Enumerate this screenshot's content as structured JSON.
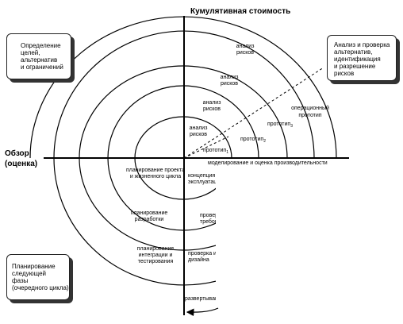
{
  "axis": {
    "cumulative_cost": "Кумулятивная стоимость",
    "review_line1": "Обзор",
    "review_line2": "(оценка)"
  },
  "quadrants": {
    "top_left": "Определение\nцелей,\nальтернатив\nи ограничений",
    "top_right": "Анализ и проверка\nальтернатив,\nидентификация\nи разрешение\nрисков",
    "bottom_left": "Планирование\nследующей\nфазы\n(очередного цикла)"
  },
  "risk_analysis": [
    "анализ\nрисков",
    "анализ\nрисков",
    "анализ\nрисков",
    "анализ\nрисков"
  ],
  "prototypes": {
    "p1_base": "прототип",
    "p1_sub": "1",
    "p2_base": "прототип",
    "p2_sub": "2",
    "p3_base": "прототип",
    "p3_sub": "3",
    "operational_l1": "операционный",
    "operational_l2": "прототип"
  },
  "modeling": "моделирование и оценка производительности",
  "planning": {
    "project_l1": "планирование проекта",
    "project_l2": "и жизненного цикла",
    "dev_l1": "планирование",
    "dev_l2": "разработки",
    "integ_l1": "планирование",
    "integ_l2": "интеграции и",
    "integ_l3": "тестирования"
  },
  "right_partial": {
    "concept_l1": "концепция",
    "concept_l2": "эксплуатации",
    "req_l1": "проверка",
    "req_l2": "требований",
    "design_l1": "проверка и",
    "design_l2": "дизайна",
    "deploy": "развертывание"
  }
}
